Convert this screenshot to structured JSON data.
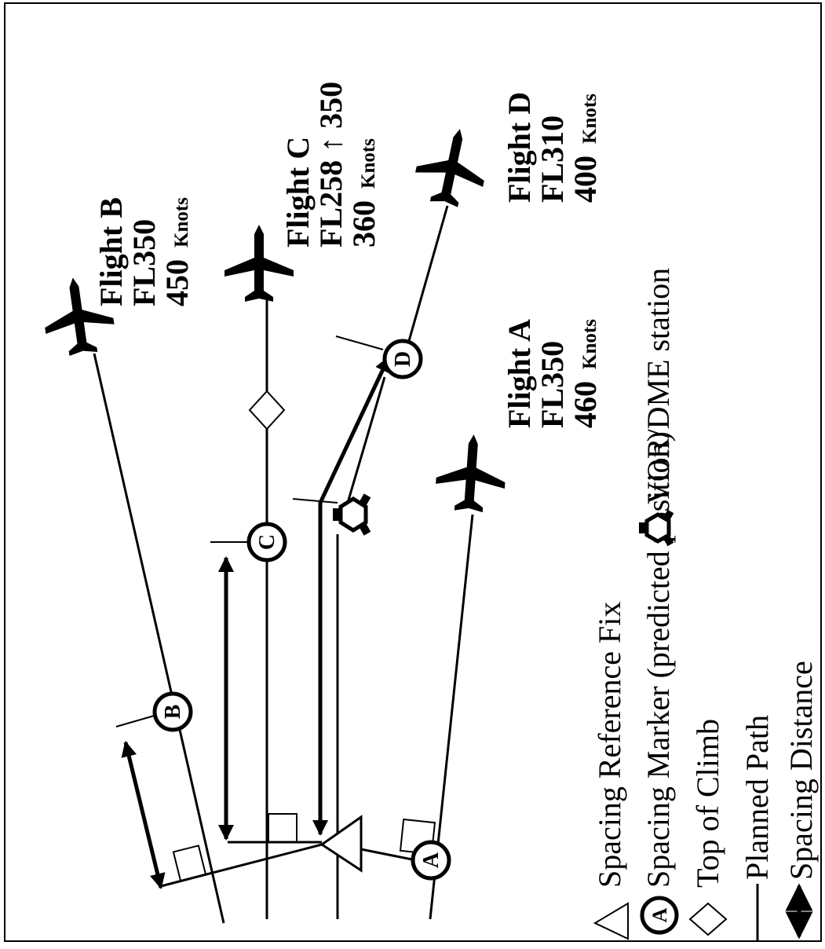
{
  "diagram": {
    "flights": {
      "a": {
        "name": "Flight A",
        "level": "FL350",
        "speed": "460",
        "unit": "Knots"
      },
      "b": {
        "name": "Flight B",
        "level": "FL350",
        "speed": "450",
        "unit": "Knots"
      },
      "c": {
        "name": "Flight C",
        "level": "FL258 ↑ 350",
        "speed": "360",
        "unit": "Knots"
      },
      "d": {
        "name": "Flight D",
        "level": "FL310",
        "speed": "400",
        "unit": "Knots"
      }
    },
    "markers": {
      "a": "A",
      "b": "B",
      "c": "C",
      "d": "D"
    },
    "legend": {
      "spacing_reference_fix": "Spacing Reference Fix",
      "spacing_marker": "Spacing Marker (predicted position)",
      "marker_letter": "A",
      "vor_dme": "VOR/DME station",
      "top_of_climb": "Top of Climb",
      "planned_path": "Planned Path",
      "spacing_distance": "Spacing Distance"
    },
    "colors": {
      "line": "#000000",
      "background": "#ffffff"
    }
  }
}
